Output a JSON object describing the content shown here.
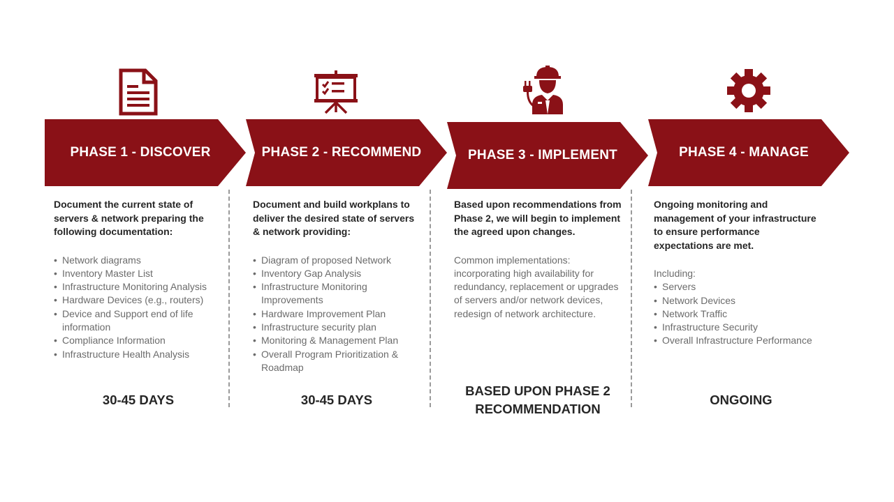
{
  "colors": {
    "accent": "#8a1117",
    "text_dark": "#262626",
    "text_muted": "#6b6b6b",
    "divider": "#9a9a9a"
  },
  "phases": [
    {
      "title": "PHASE 1 - DISCOVER",
      "icon": "document-icon",
      "intro": "Document the current state of servers & network preparing the following documentation:",
      "items": [
        "Network diagrams",
        "Inventory Master List",
        "Infrastructure Monitoring Analysis",
        "Hardware Devices (e.g., routers)",
        "Device and Support end of life information",
        "Compliance Information",
        "Infrastructure Health Analysis"
      ],
      "duration": "30-45 DAYS"
    },
    {
      "title": "PHASE 2 - RECOMMEND",
      "icon": "presentation-board-icon",
      "intro": "Document and build workplans to deliver the desired state of servers & network providing:",
      "items": [
        "Diagram of proposed Network",
        "Inventory Gap Analysis",
        "Infrastructure Monitoring Improvements",
        "Hardware Improvement Plan",
        "Infrastructure security plan",
        "Monitoring & Management Plan",
        "Overall Program Prioritization & Roadmap"
      ],
      "duration": "30-45 DAYS"
    },
    {
      "title": "PHASE 3 - IMPLEMENT",
      "icon": "engineer-icon",
      "intro": "Based upon recommendations from Phase 2, we will begin to implement the agreed upon changes.",
      "body": "Common implementations: incorporating high availability for redundancy, replacement or upgrades of servers and/or network devices, redesign of network architecture.",
      "duration": "BASED UPON PHASE 2 RECOMMENDATION"
    },
    {
      "title": "PHASE 4 - MANAGE",
      "icon": "gear-icon",
      "intro": "Ongoing monitoring and management of your infrastructure to ensure performance expectations are met.",
      "subheading": "Including:",
      "items": [
        "Servers",
        "Network Devices",
        "Network Traffic",
        "Infrastructure Security",
        "Overall Infrastructure Performance"
      ],
      "duration": "ONGOING"
    }
  ]
}
